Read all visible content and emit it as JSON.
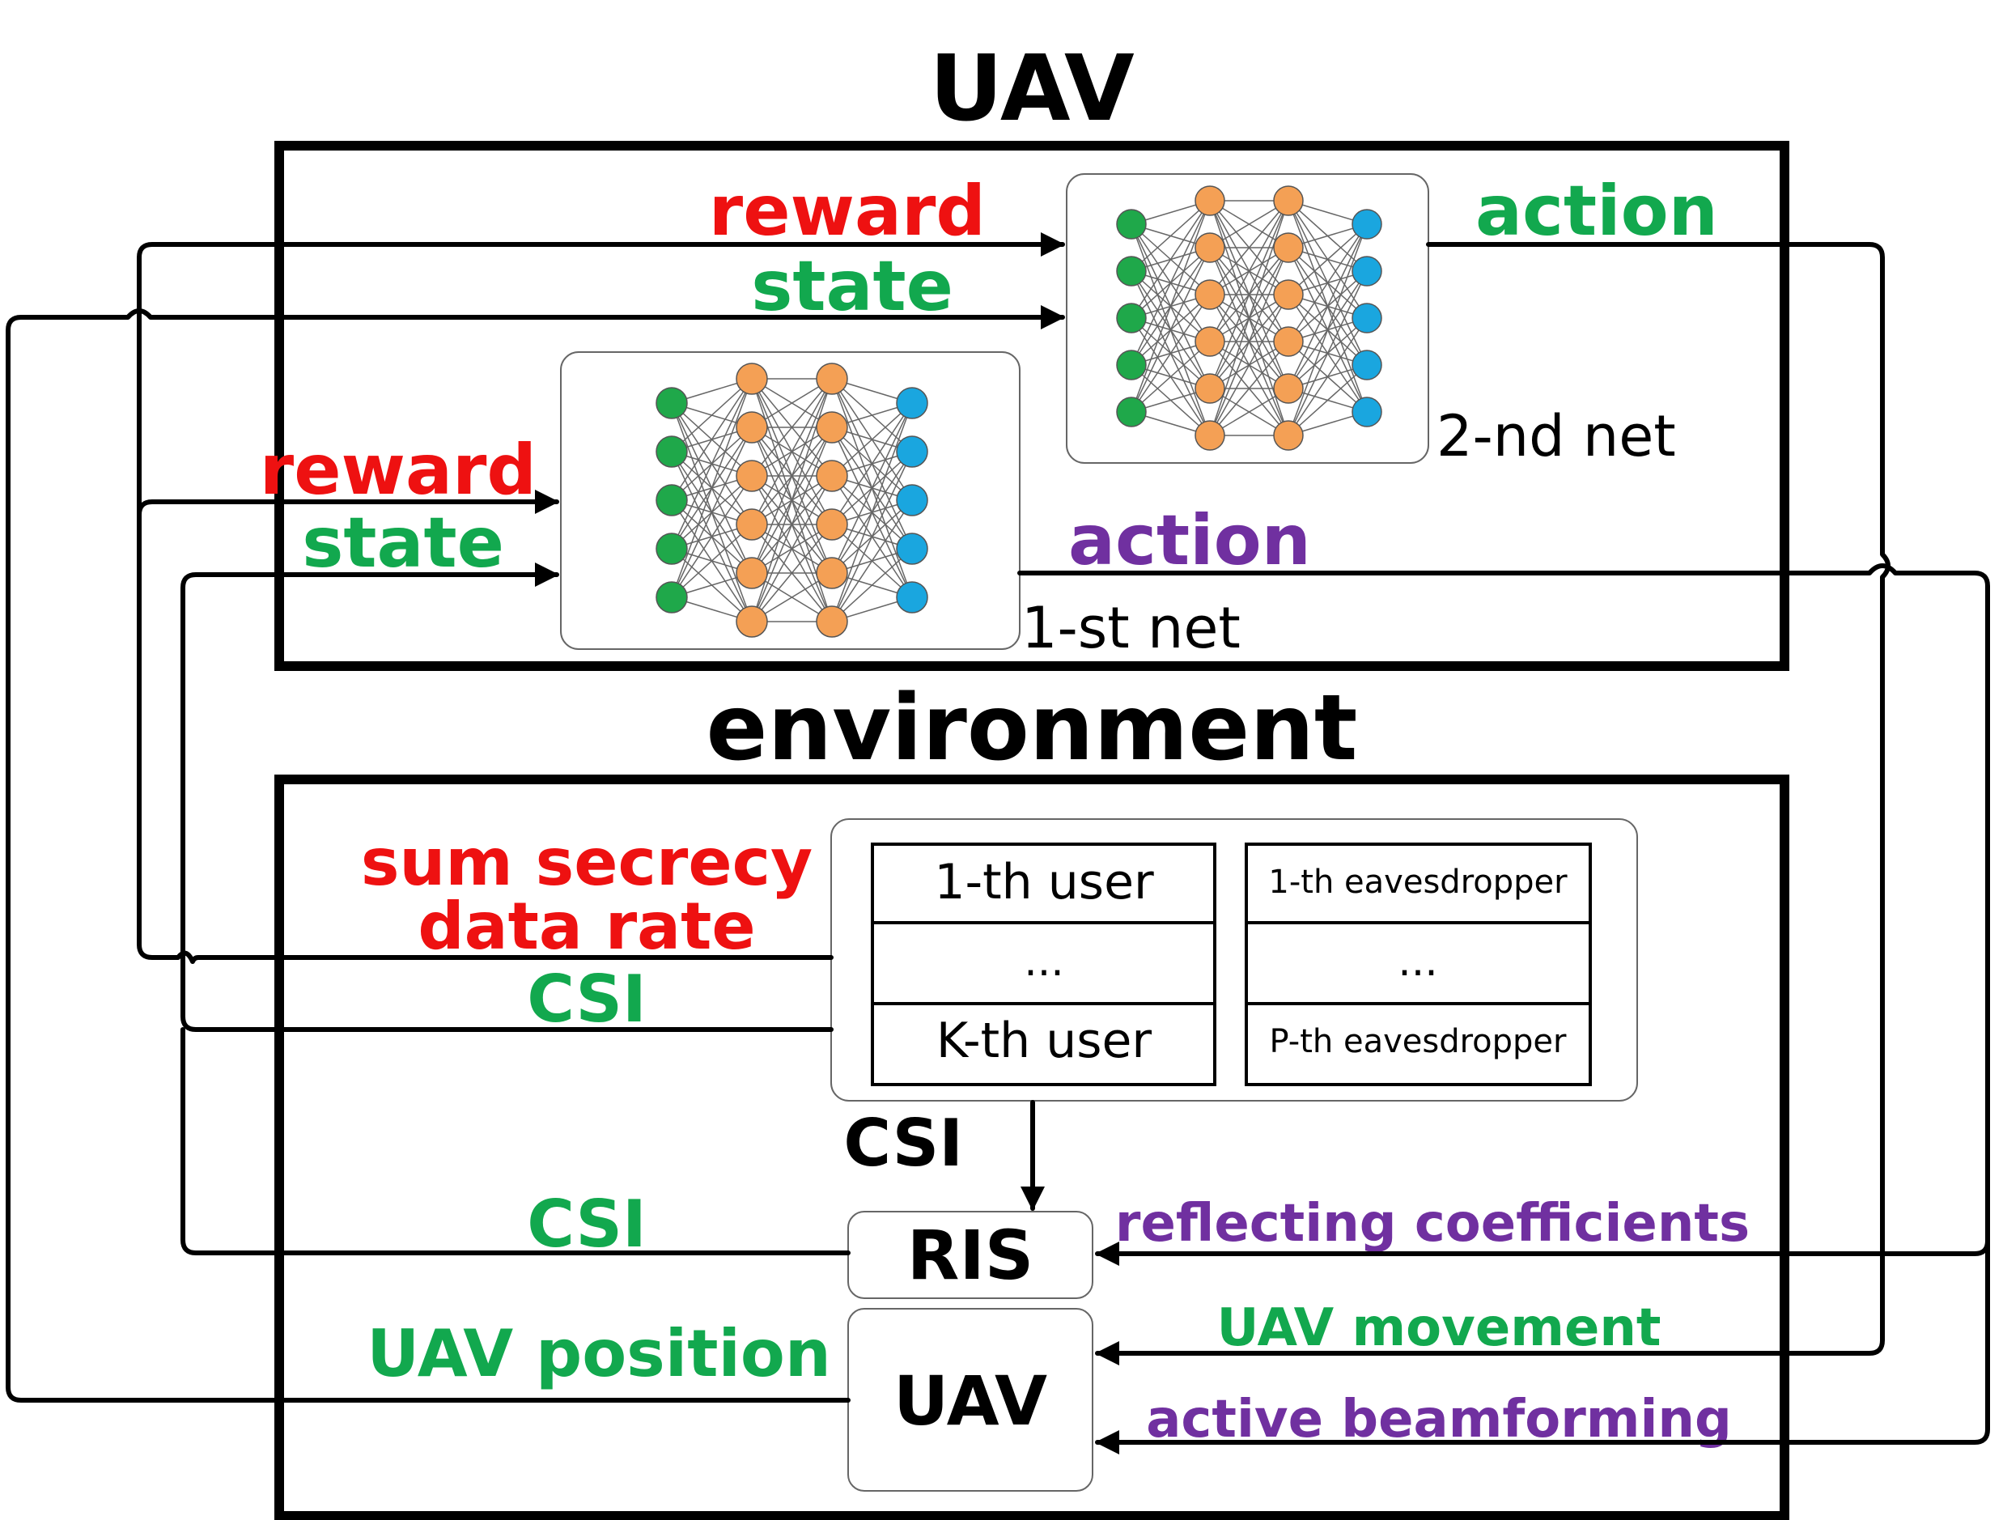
{
  "titles": {
    "uav": "UAV",
    "environment": "environment"
  },
  "net2": {
    "label": "2-nd net",
    "in_reward": "reward",
    "in_state": "state",
    "out_action": "action"
  },
  "net1": {
    "label": "1-st net",
    "in_reward": "reward",
    "in_state": "state",
    "out_action": "action"
  },
  "env": {
    "sum_secrecy_line1": "sum secrecy",
    "sum_secrecy_line2": "data rate",
    "csi_upper": "CSI",
    "csi_down": "CSI",
    "csi_ris": "CSI",
    "uav_position": "UAV position",
    "reflecting": "reflecting coefficients",
    "uav_movement": "UAV movement",
    "active_beam": "active beamforming",
    "ris_box": "RIS",
    "uav_box": "UAV",
    "users": [
      "1-th user",
      "...",
      "K-th user"
    ],
    "eaves": [
      "1-th eavesdropper",
      "...",
      "P-th eavesdropper"
    ]
  },
  "colors": {
    "red": "#ee1111",
    "green": "#12a84e",
    "purple": "#7030a0",
    "black": "#000000",
    "node_green": "#1fa84a",
    "node_orange": "#f4a055",
    "node_blue": "#1aa6df"
  },
  "network_layers": [
    5,
    6,
    6,
    5
  ]
}
